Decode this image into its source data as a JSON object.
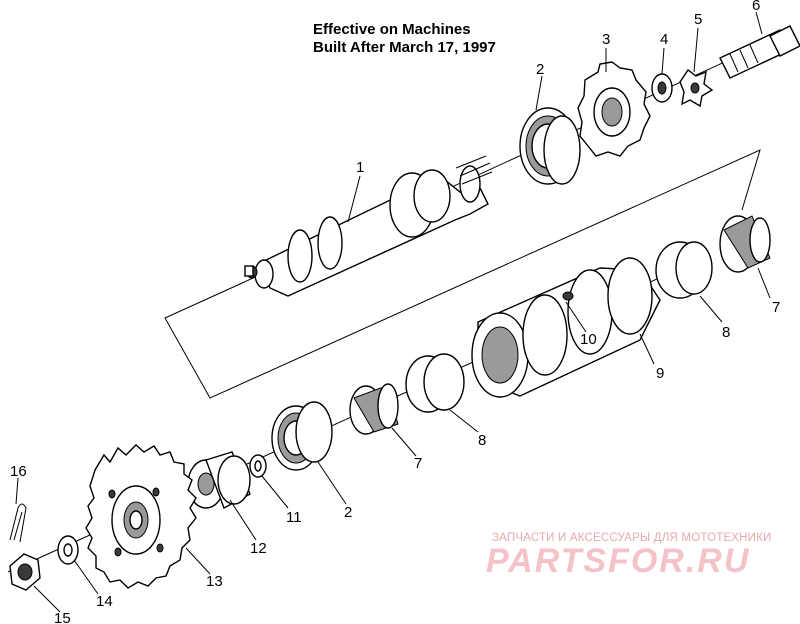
{
  "title": {
    "line1": "Effective on Machines",
    "line2": "Built After March 17, 1997"
  },
  "callouts": [
    "1",
    "2",
    "3",
    "4",
    "5",
    "6",
    "7",
    "8",
    "9",
    "10",
    "8",
    "7",
    "2",
    "11",
    "12",
    "13",
    "14",
    "15",
    "16"
  ],
  "watermark": {
    "top": "ЗАПЧАСТИ И АКСЕССУАРЫ ДЛЯ МОТОТЕХНИКИ",
    "logo": "PARTSFOR.RU",
    "color": "#f3c3c8"
  }
}
